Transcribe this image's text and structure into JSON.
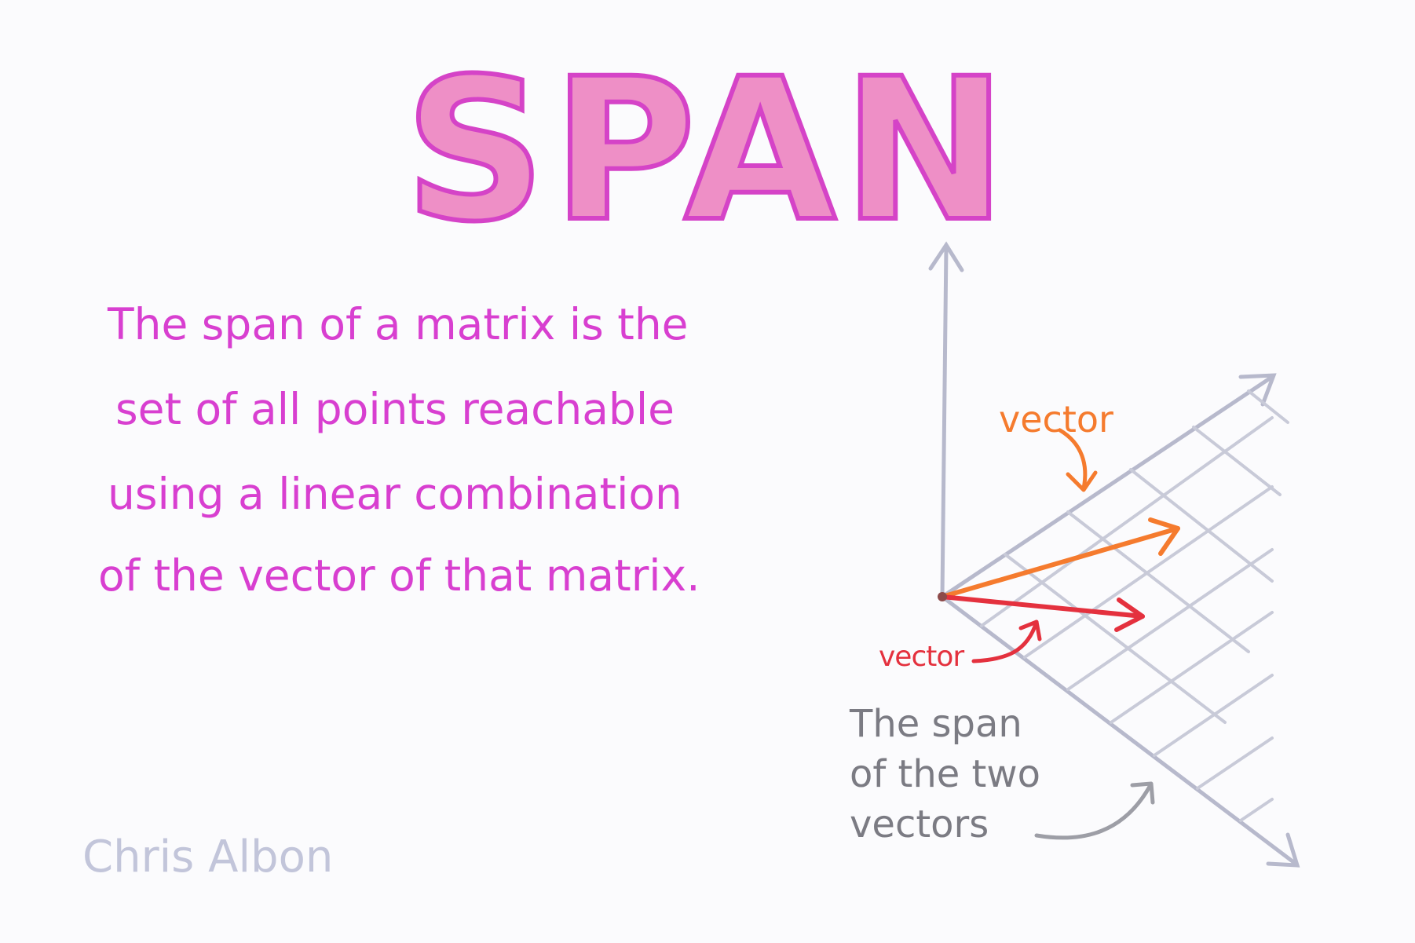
{
  "title": "SPAN",
  "definition_lines": [
    "The span of a matrix is the",
    "set of all points reachable",
    "using a linear combination",
    "of the vector of that matrix."
  ],
  "diagram": {
    "vector_label_top": "vector",
    "vector_label_bottom": "vector",
    "caption_lines": [
      "The span",
      "of the two",
      "vectors"
    ]
  },
  "author": "Chris Albon",
  "colors": {
    "title_fill": "#ee8fc6",
    "title_stroke": "#d543c7",
    "definition_text": "#d83fd0",
    "axis": "#b7b9cc",
    "vector_orange": "#f57b2e",
    "vector_red": "#e4313e",
    "caption": "#7b7b83",
    "signature": "#c2c5da"
  }
}
